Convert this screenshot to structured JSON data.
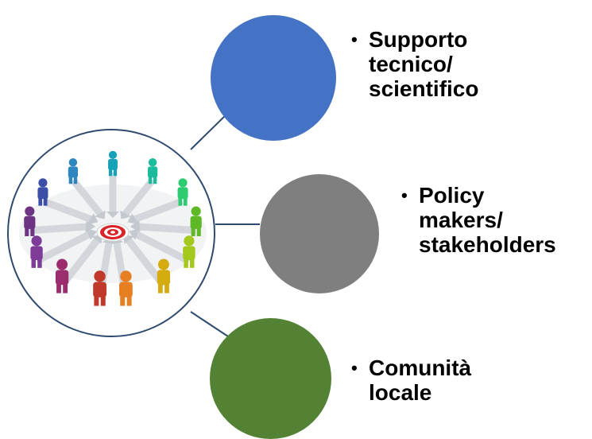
{
  "diagram": {
    "nodes": [
      {
        "id": "supporto",
        "label": "Supporto\ntecnico/\nscientifico",
        "color": "#4472c4"
      },
      {
        "id": "policy",
        "label": "Policy\nmakers/\nstakeholders",
        "color": "#7f7f7f"
      },
      {
        "id": "comunita",
        "label": "Comunità\nlocale",
        "color": "#548235"
      }
    ],
    "bullet": "•",
    "connector_color": "#2e4a6e",
    "hub_image": {
      "icon": "people-around-target-icon",
      "figure_colors": [
        "#c0392b",
        "#9b2d6f",
        "#7d3c98",
        "#6c3483",
        "#3b4ea8",
        "#2e86c1",
        "#17a2b8",
        "#1abc9c",
        "#2ecc71",
        "#5fb825",
        "#a4c81b",
        "#d4ac0d",
        "#e67e22"
      ]
    }
  }
}
